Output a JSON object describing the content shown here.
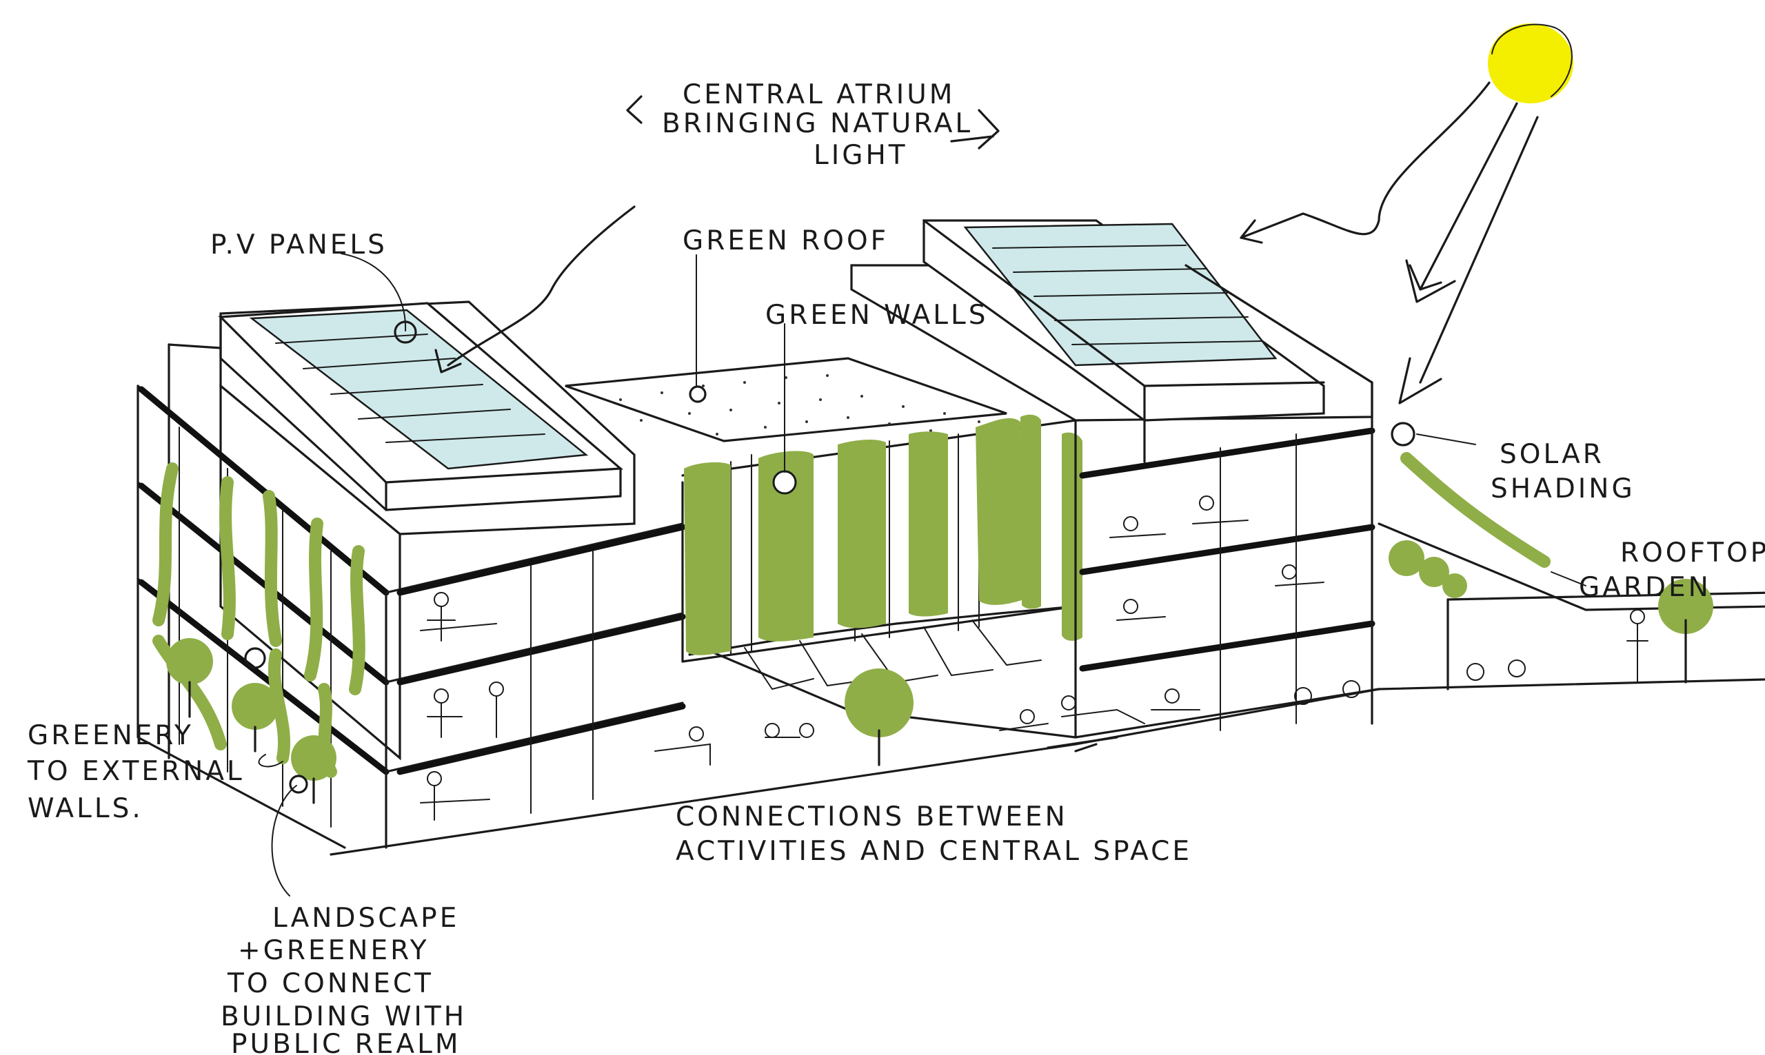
{
  "labels": {
    "atrium_1": "CENTRAL ATRIUM",
    "atrium_2": "BRINGING NATURAL",
    "atrium_3": "LIGHT",
    "pv_panels": "P.V PANELS",
    "green_roof": "GREEN ROOF",
    "green_walls": "GREEN WALLS",
    "solar_1": "SOLAR",
    "solar_2": "SHADING",
    "rooftop_1": "ROOFTOP",
    "rooftop_2": "GARDEN",
    "greenery_1": "GREENERY",
    "greenery_2": "TO EXTERNAL",
    "greenery_3": "WALLS.",
    "connections_1": "CONNECTIONS BETWEEN",
    "connections_2": "ACTIVITIES AND CENTRAL SPACE",
    "landscape_1": "LANDSCAPE",
    "landscape_2": "+GREENERY",
    "landscape_3": "TO CONNECT",
    "landscape_4": "BUILDING WITH",
    "landscape_5": "PUBLIC REALM"
  },
  "colors": {
    "sun": "#f4ee00",
    "greenery": "#8fae48",
    "glazing": "#cfe9ea",
    "ink": "#1a1a1a"
  }
}
